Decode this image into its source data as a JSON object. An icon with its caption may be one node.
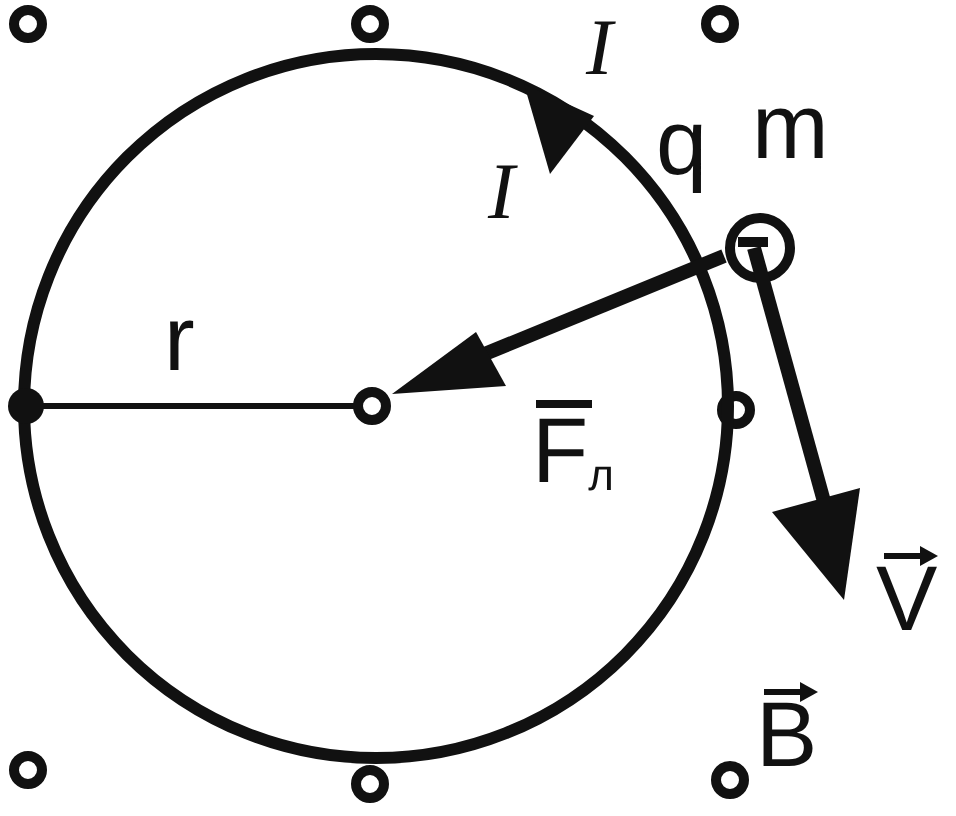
{
  "diagram": {
    "labels": [
      "I",
      "q",
      "I",
      "m",
      "r",
      "F$_{л}$",
      "V",
      "B"
    ]
  }
}
